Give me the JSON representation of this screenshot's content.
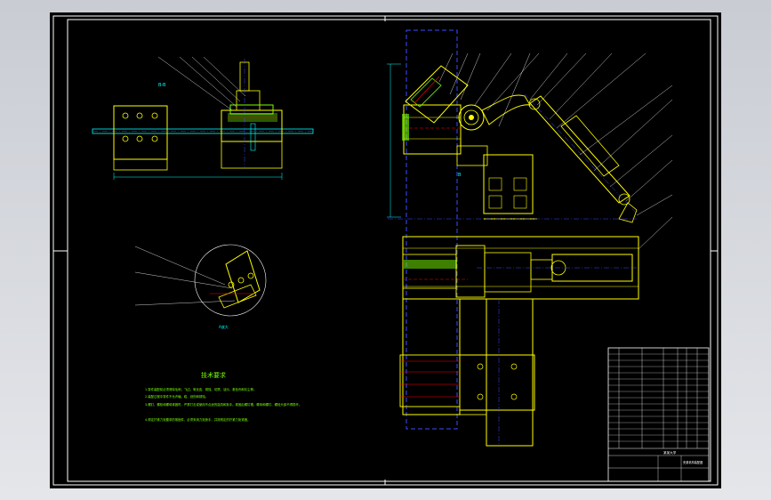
{
  "drawing": {
    "section_label": "B-B",
    "tech_requirements_title": "技术要求",
    "tech_requirements": [
      "1.零件装配前必须清除毛刺、飞边、氧化皮、锈蚀、切屑、油污、着色剂和灰尘等。",
      "2.装配过程中零件不允许磕、碰、划伤和锈蚀。",
      "3.螺钉、螺栓和螺母紧固时，严禁打击或使用不合适的旋具和扳手。紧固后螺钉槽、螺母和螺钉、螺栓头部不得损坏。",
      "4.规定拧紧力矩要求的紧固件，必须采用力矩扳手，并按规定的拧紧力矩紧固。"
    ],
    "detail_label": "A放大",
    "view_label_b": "B",
    "colors": {
      "sheet": "#000000",
      "frame": "#ffffff",
      "part": "#ffff00",
      "dim": "#00ffff",
      "hidden": "#ff0000",
      "center": "#3c4bff",
      "leader": "#ffffff",
      "fill": "#7cff00"
    }
  },
  "title_block": {
    "company": "某某大学",
    "title": "夹紧机构装配图"
  }
}
